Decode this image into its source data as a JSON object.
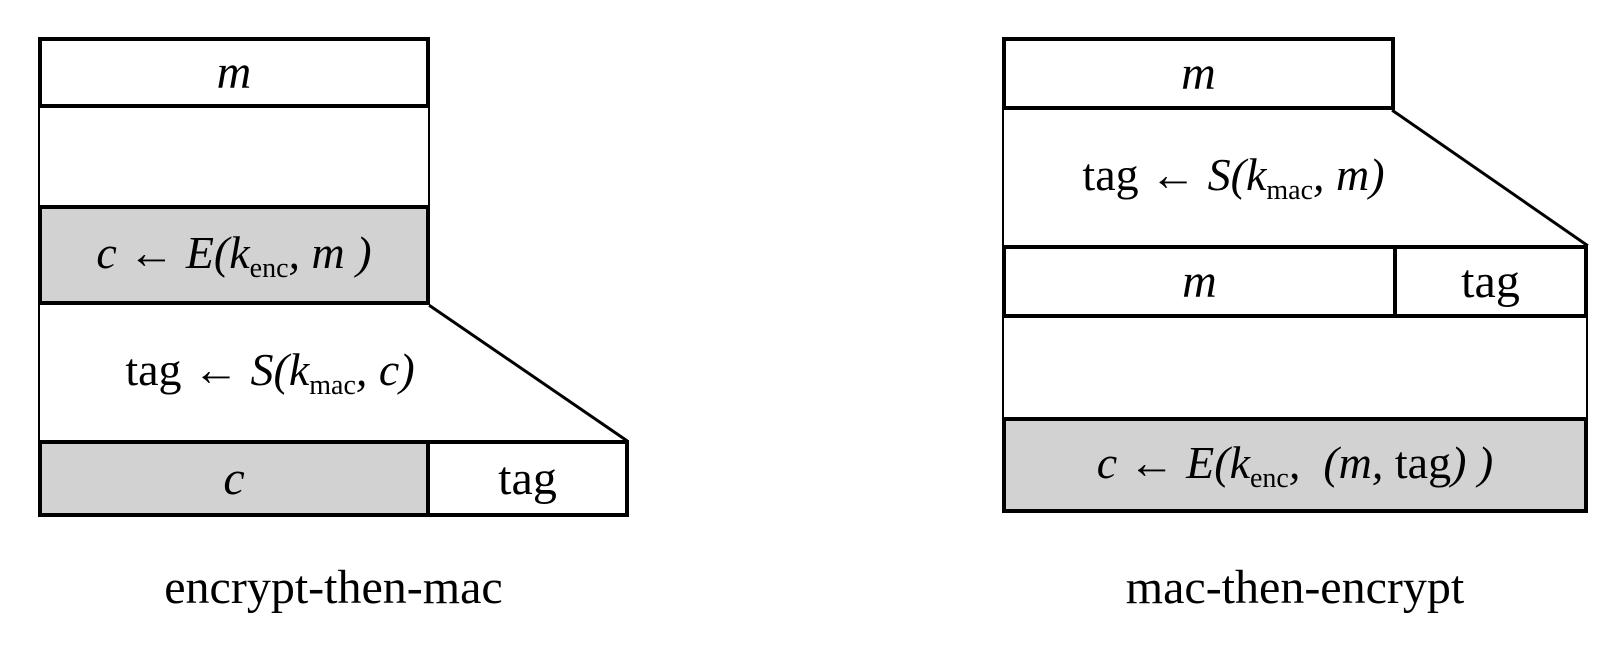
{
  "colors": {
    "line": "#000000",
    "white_fill": "#ffffff",
    "gray_fill": "#d2d2d2"
  },
  "left_diagram": {
    "caption": "encrypt-then-mac",
    "message_box": "m",
    "encrypt_formula": {
      "var": "c",
      "arrow": " ← ",
      "fn": "E(k",
      "sub": "enc",
      "tail": ", m )"
    },
    "sign_formula": {
      "word": "tag",
      "arrow": " ← ",
      "fn": "S(k",
      "sub": "mac",
      "tail": ", c)"
    },
    "output_row": {
      "cipher": "c",
      "tag": "tag"
    }
  },
  "right_diagram": {
    "caption": "mac-then-encrypt",
    "message_box": "m",
    "sign_formula": {
      "word": "tag",
      "arrow": " ← ",
      "fn": "S(k",
      "sub": "mac",
      "tail": ", m)"
    },
    "signed_row": {
      "message": "m",
      "tag": "tag"
    },
    "encrypt_formula": {
      "var": "c",
      "arrow": " ← ",
      "fn": "E(k",
      "sub": "enc",
      "mid": ",  (m, ",
      "word": "tag",
      "tail": ") )"
    }
  }
}
